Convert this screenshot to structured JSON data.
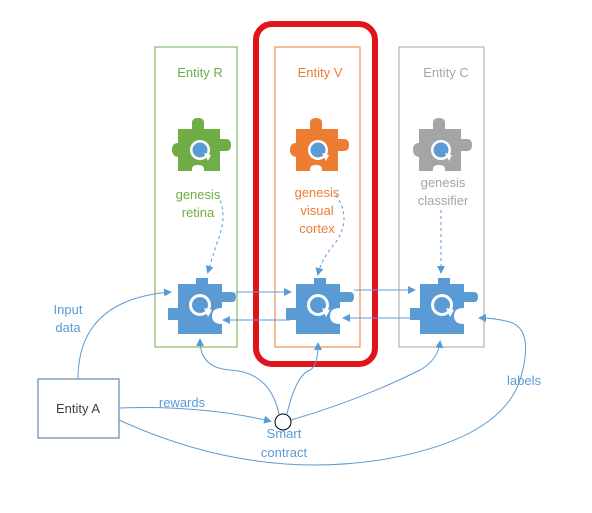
{
  "colors": {
    "green": "#70ad47",
    "orange": "#ed7d31",
    "gray": "#a5a5a5",
    "blue": "#5b9bd5",
    "dark_blue": "#3f72a8",
    "highlight_red": "#e0141c",
    "entity_a_border": "#41719c",
    "text_dark": "#404040"
  },
  "entities": {
    "r": {
      "title": "Entity R",
      "genesis": [
        "genesis",
        "retina"
      ]
    },
    "v": {
      "title": "Entity V",
      "genesis": [
        "genesis",
        "visual",
        "cortex"
      ],
      "highlighted": true
    },
    "c": {
      "title": "Entity C",
      "genesis": [
        "genesis",
        "classifier"
      ]
    }
  },
  "entity_a": {
    "label": "Entity A"
  },
  "edge_labels": {
    "input_data": [
      "Input",
      "data"
    ],
    "rewards": "rewards",
    "labels": "labels",
    "smart_contract": [
      "Smart",
      "contract"
    ]
  },
  "icons": [
    "puzzle-module-icon",
    "cycle-arrow-icon",
    "circle-node-icon"
  ]
}
